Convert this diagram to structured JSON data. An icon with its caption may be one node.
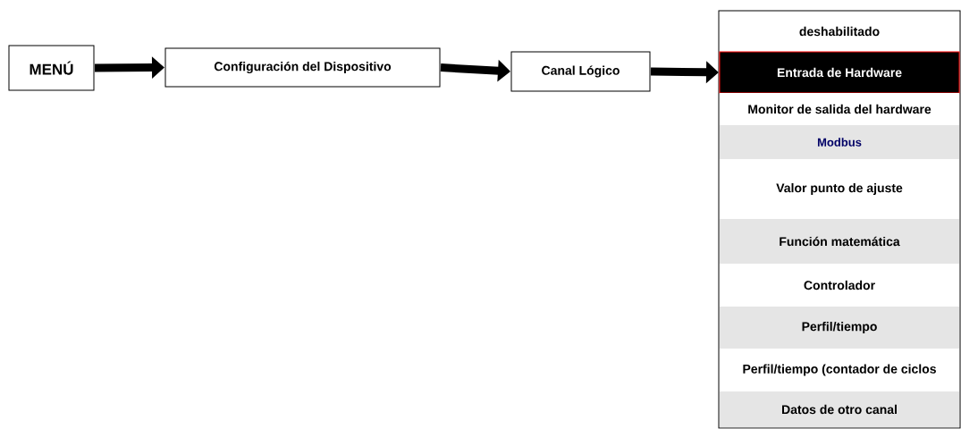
{
  "diagram": {
    "nodes": [
      {
        "text": [
          "MENÚ"
        ]
      },
      {
        "text": [
          "Configuración del Dispositivo"
        ]
      },
      {
        "text": [
          "Canal Lógico"
        ]
      },
      {
        "text": [],
        "shape": "box"
      },
      {
        "text": [
          "deshabilitado"
        ],
        "in": 3
      },
      {
        "text": [
          "Entrada de Hardware"
        ],
        "in": 3
      },
      {
        "text": [
          "Monitor de salida del hardware"
        ],
        "in": 3
      },
      {
        "text": [
          "Modbus"
        ],
        "in": 3
      },
      {
        "text": [
          "Valor punto de ajuste"
        ],
        "in": 3
      },
      {
        "text": [
          "Función matemática"
        ],
        "in": 3
      },
      {
        "text": [
          "Controlador"
        ],
        "in": 3
      },
      {
        "text": [
          "Perfil/tiempo"
        ],
        "in": 3
      },
      {
        "text": [
          "Perfil/tiempo (contador de ciclos"
        ],
        "in": 3
      },
      {
        "text": [
          "Datos de otro canal"
        ],
        "in": 3
      }
    ],
    "edges": [
      {
        "from": 0,
        "to": 1,
        "arrow": "to"
      },
      {
        "from": 1,
        "to": 2,
        "arrow": "to"
      },
      {
        "from": 2,
        "to": 5,
        "arrow": "to"
      }
    ]
  }
}
